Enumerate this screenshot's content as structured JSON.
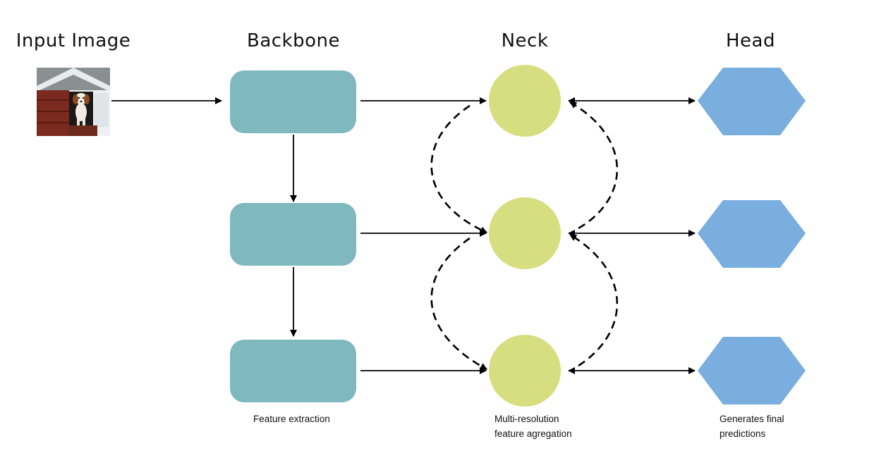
{
  "titles": {
    "input": "Input Image",
    "backbone": "Backbone",
    "neck": "Neck",
    "head": "Head"
  },
  "captions": {
    "backbone": "Feature extraction",
    "neck": [
      "Multi-resolution",
      "feature agregation"
    ],
    "head": [
      "Generates final",
      "predictions"
    ]
  },
  "colors": {
    "backbone_block": "#7fb8bf",
    "neck_node": "#d7de7f",
    "head_node": "#7aaedf",
    "arrow": "#000000"
  },
  "image": {
    "subject": "dog in a doghouse"
  }
}
